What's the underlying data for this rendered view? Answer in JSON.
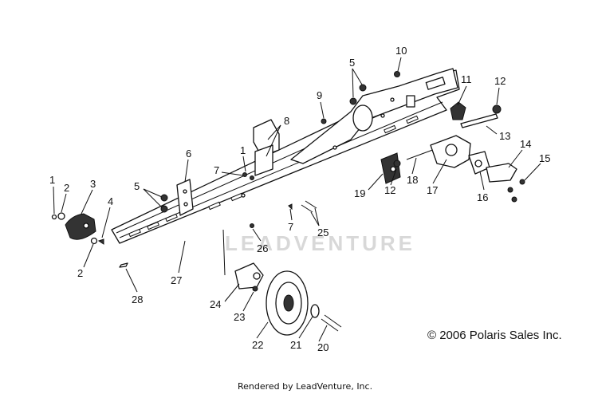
{
  "diagram": {
    "callouts": [
      {
        "id": "c1a",
        "text": "1"
      },
      {
        "id": "c2a",
        "text": "2"
      },
      {
        "id": "c3",
        "text": "3"
      },
      {
        "id": "c4",
        "text": "4"
      },
      {
        "id": "c2b",
        "text": "2"
      },
      {
        "id": "c5a",
        "text": "5"
      },
      {
        "id": "c6",
        "text": "6"
      },
      {
        "id": "c7a",
        "text": "7"
      },
      {
        "id": "c1b",
        "text": "1"
      },
      {
        "id": "c8",
        "text": "8"
      },
      {
        "id": "c9",
        "text": "9"
      },
      {
        "id": "c5b",
        "text": "5"
      },
      {
        "id": "c10",
        "text": "10"
      },
      {
        "id": "c11",
        "text": "11"
      },
      {
        "id": "c12a",
        "text": "12"
      },
      {
        "id": "c13",
        "text": "13"
      },
      {
        "id": "c14",
        "text": "14"
      },
      {
        "id": "c15",
        "text": "15"
      },
      {
        "id": "c16",
        "text": "16"
      },
      {
        "id": "c17",
        "text": "17"
      },
      {
        "id": "c18",
        "text": "18"
      },
      {
        "id": "c12b",
        "text": "12"
      },
      {
        "id": "c19",
        "text": "19"
      },
      {
        "id": "c7b",
        "text": "7"
      },
      {
        "id": "c25",
        "text": "25"
      },
      {
        "id": "c26",
        "text": "26"
      },
      {
        "id": "c27",
        "text": "27"
      },
      {
        "id": "c28",
        "text": "28"
      },
      {
        "id": "c24",
        "text": "24"
      },
      {
        "id": "c23",
        "text": "23"
      },
      {
        "id": "c22",
        "text": "22"
      },
      {
        "id": "c21",
        "text": "21"
      },
      {
        "id": "c20",
        "text": "20"
      }
    ],
    "copyright": "© 2006 Polaris Sales Inc.",
    "rendered_by": "Rendered by LeadVenture, Inc.",
    "watermark": "LEADVENTURE"
  }
}
